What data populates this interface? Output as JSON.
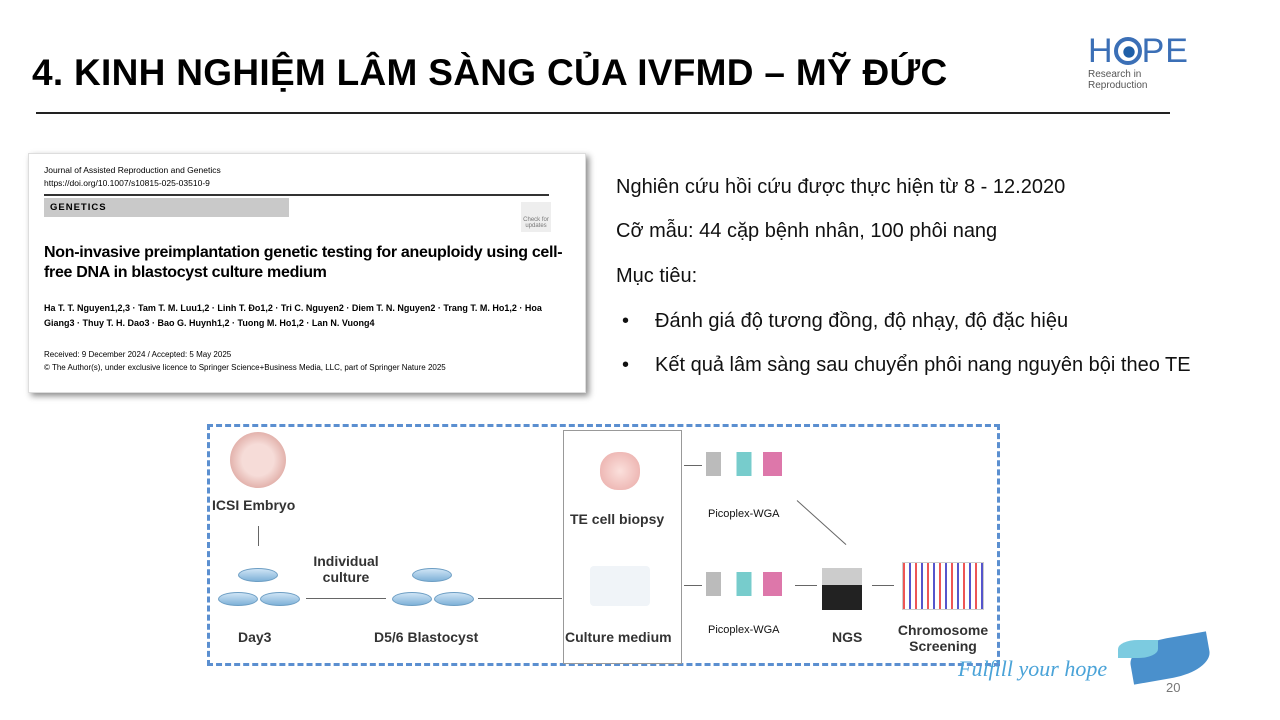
{
  "slide": {
    "title": "4. KINH NGHIỆM LÂM SÀNG CỦA IVFMD – MỸ ĐỨC",
    "page_number": "20",
    "tagline": "Fulfill your hope"
  },
  "logo": {
    "name_left": "H",
    "name_right": "PE",
    "subtitle": "Research in Reproduction"
  },
  "paper": {
    "journal": "Journal of Assisted Reproduction and Genetics",
    "doi": "https://doi.org/10.1007/s10815-025-03510-9",
    "section": "GENETICS",
    "check_updates": "Check for updates",
    "title": "Non-invasive preimplantation genetic testing for aneuploidy using cell-free DNA in blastocyst culture medium",
    "authors": "Ha T. T. Nguyen1,2,3 · Tam T. M. Luu1,2 · Linh T. Đo1,2 · Tri C. Nguyen2 · Diem T. N. Nguyen2 · Trang T. M. Ho1,2 · Hoa Giang3 · Thuy T. H. Dao3 · Bao G. Huynh1,2 · Tuong M. Ho1,2 · Lan N. Vuong4",
    "received": "Received: 9 December 2024 / Accepted: 5 May 2025",
    "copyright": "© The Author(s), under exclusive licence to Springer Science+Business Media, LLC, part of Springer Nature 2025"
  },
  "content": {
    "line1": "Nghiên cứu hồi cứu được thực hiện từ 8 - 12.2020",
    "line2": "Cỡ mẫu: 44 cặp bệnh nhân, 100 phôi nang",
    "line3": "Mục tiêu:",
    "bullets": [
      "Đánh giá độ tương đồng, độ nhạy, độ đặc hiệu",
      "Kết quả lâm sàng sau chuyển phôi nang nguyên bội theo TE"
    ],
    "bullet_char": "•"
  },
  "diagram": {
    "icsi": "ICSI Embryo",
    "day3": "Day3",
    "individual": "Individual culture",
    "blast": "D5/6 Blastocyst",
    "te": "TE cell biopsy",
    "culture": "Culture medium",
    "wga1": "Picoplex-WGA",
    "wga2": "Picoplex-WGA",
    "ngs": "NGS",
    "chrom": "Chromosome Screening"
  }
}
